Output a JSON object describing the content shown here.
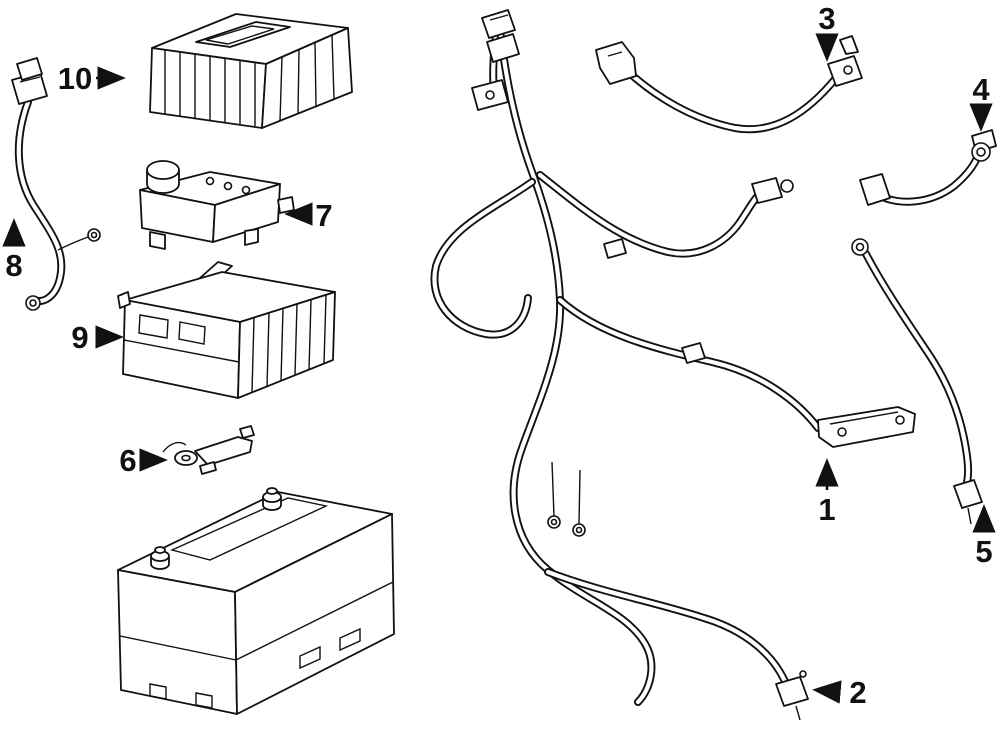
{
  "page": {
    "background": "#ffffff",
    "line_color": "#111111"
  },
  "diagram": {
    "type": "exploded-parts-diagram",
    "subject": "vehicle battery and battery cables",
    "callouts": [
      {
        "label": "1",
        "part": "positive-battery-cable-bracket"
      },
      {
        "label": "2",
        "part": "battery-cable-end-connector"
      },
      {
        "label": "3",
        "part": "ground-cable"
      },
      {
        "label": "4",
        "part": "battery-cable-bracket"
      },
      {
        "label": "5",
        "part": "ground-strap"
      },
      {
        "label": "6",
        "part": "battery-terminal-clamp"
      },
      {
        "label": "7",
        "part": "relay-module"
      },
      {
        "label": "8",
        "part": "negative-battery-cable"
      },
      {
        "label": "9",
        "part": "fuse-block"
      },
      {
        "label": "10",
        "part": "fuse-box-cover"
      }
    ]
  }
}
